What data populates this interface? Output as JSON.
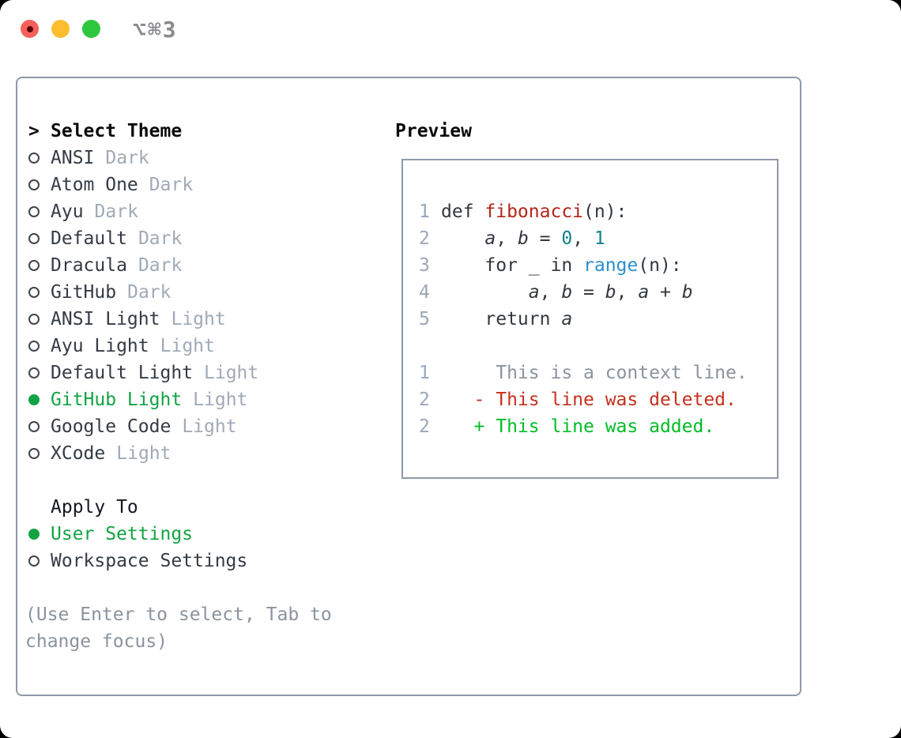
{
  "window": {
    "title": "⌥⌘3"
  },
  "colors": {
    "accent_green": "#13a344",
    "added_green": "#00bd27",
    "deleted_red": "#c5311d",
    "function_red": "#b3261b",
    "number_teal": "#17808a",
    "builtin_blue": "#2b8fcb",
    "text_dark": "#343b44",
    "tag_gray": "#a0aab6",
    "line_number_gray": "#9aa7b8",
    "context_gray": "#8a939e",
    "border_gray": "#8e99a9",
    "title_gray": "#89898e",
    "traffic_red": "#f4615d",
    "traffic_yellow": "#fdbd2e",
    "traffic_green": "#2dc83e"
  },
  "theme_list": {
    "prompt": ">",
    "header": "Select Theme",
    "items": [
      {
        "label": "ANSI",
        "tag": "Dark",
        "selected": false
      },
      {
        "label": "Atom One",
        "tag": "Dark",
        "selected": false
      },
      {
        "label": "Ayu",
        "tag": "Dark",
        "selected": false
      },
      {
        "label": "Default",
        "tag": "Dark",
        "selected": false
      },
      {
        "label": "Dracula",
        "tag": "Dark",
        "selected": false
      },
      {
        "label": "GitHub",
        "tag": "Dark",
        "selected": false
      },
      {
        "label": "ANSI Light",
        "tag": "Light",
        "selected": false
      },
      {
        "label": "Ayu Light",
        "tag": "Light",
        "selected": false
      },
      {
        "label": "Default Light",
        "tag": "Light",
        "selected": false
      },
      {
        "label": "GitHub Light",
        "tag": "Light",
        "selected": true
      },
      {
        "label": "Google Code",
        "tag": "Light",
        "selected": false
      },
      {
        "label": "XCode",
        "tag": "Light",
        "selected": false
      }
    ]
  },
  "apply_to": {
    "header": "Apply To",
    "items": [
      {
        "label": "User Settings",
        "selected": true
      },
      {
        "label": "Workspace Settings",
        "selected": false
      }
    ]
  },
  "help_text": [
    "(Use Enter to select, Tab to",
    "change focus)"
  ],
  "preview": {
    "header": "Preview",
    "lines": [
      {
        "num": "1",
        "tokens": [
          {
            "t": "def ",
            "c": "code"
          },
          {
            "t": "fibonacci",
            "c": "func"
          },
          {
            "t": "(n):",
            "c": "code"
          }
        ]
      },
      {
        "num": "2",
        "tokens": [
          {
            "t": "    ",
            "c": "code"
          },
          {
            "t": "a",
            "c": "var"
          },
          {
            "t": ", ",
            "c": "code"
          },
          {
            "t": "b",
            "c": "var"
          },
          {
            "t": " = ",
            "c": "code"
          },
          {
            "t": "0",
            "c": "num"
          },
          {
            "t": ", ",
            "c": "code"
          },
          {
            "t": "1",
            "c": "num"
          }
        ]
      },
      {
        "num": "3",
        "tokens": [
          {
            "t": "    for _ in ",
            "c": "code"
          },
          {
            "t": "range",
            "c": "builtin"
          },
          {
            "t": "(n):",
            "c": "code"
          }
        ]
      },
      {
        "num": "4",
        "tokens": [
          {
            "t": "        ",
            "c": "code"
          },
          {
            "t": "a",
            "c": "var"
          },
          {
            "t": ", ",
            "c": "code"
          },
          {
            "t": "b",
            "c": "var"
          },
          {
            "t": " = ",
            "c": "code"
          },
          {
            "t": "b",
            "c": "var"
          },
          {
            "t": ", ",
            "c": "code"
          },
          {
            "t": "a",
            "c": "var"
          },
          {
            "t": " + ",
            "c": "code"
          },
          {
            "t": "b",
            "c": "var"
          }
        ]
      },
      {
        "num": "5",
        "tokens": [
          {
            "t": "    return ",
            "c": "code"
          },
          {
            "t": "a",
            "c": "var"
          }
        ]
      },
      {
        "num": "",
        "tokens": []
      },
      {
        "num": "1",
        "tokens": [
          {
            "t": "     This is a context line.",
            "c": "context"
          }
        ]
      },
      {
        "num": "2",
        "tokens": [
          {
            "t": "   - This line was deleted.",
            "c": "deleted"
          }
        ]
      },
      {
        "num": "2",
        "tokens": [
          {
            "t": "   + This line was added.",
            "c": "added"
          }
        ]
      },
      {
        "num": "",
        "tokens": []
      }
    ]
  }
}
